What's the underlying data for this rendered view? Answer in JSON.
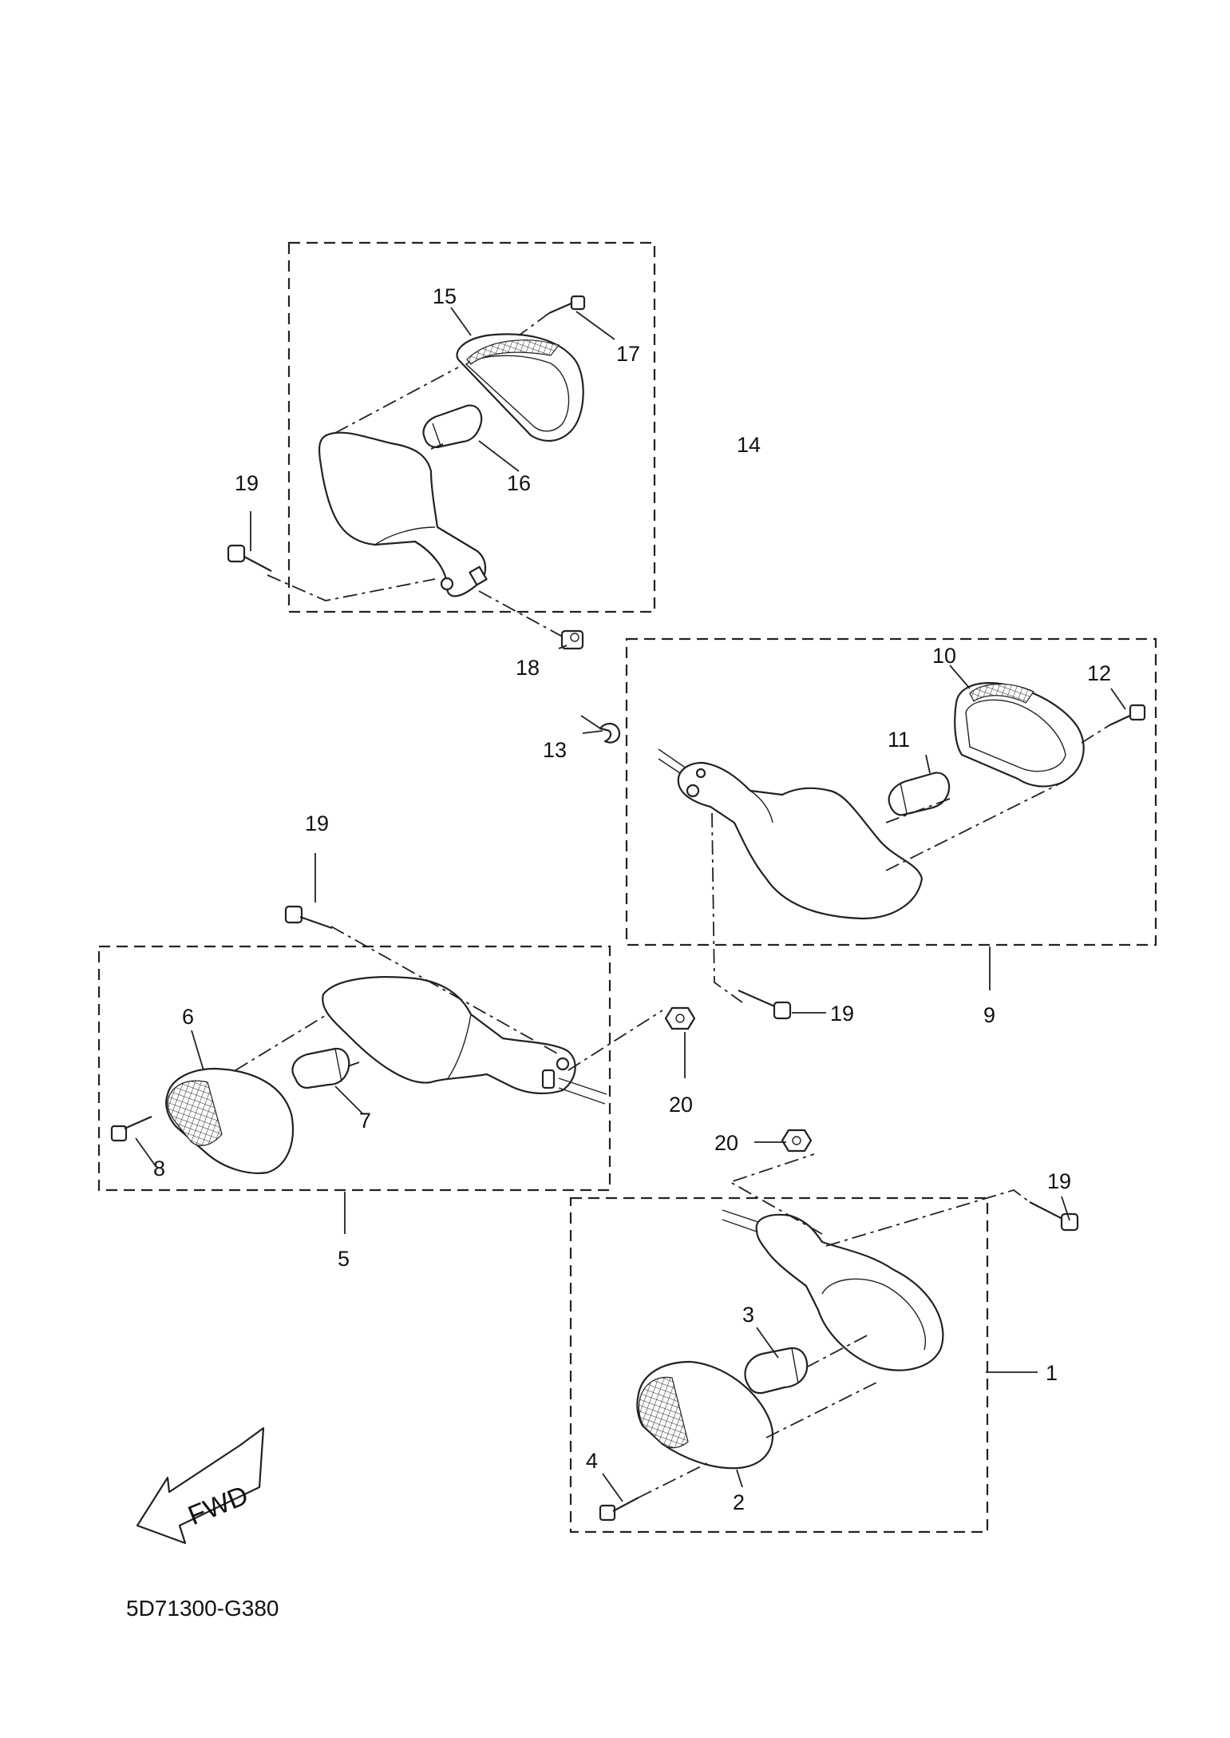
{
  "diagram_code": "5D71300-G380",
  "fwd_label": "FWD",
  "callouts": {
    "c1": "1",
    "c2": "2",
    "c3": "3",
    "c4": "4",
    "c5": "5",
    "c6": "6",
    "c7": "7",
    "c8": "8",
    "c9": "9",
    "c10": "10",
    "c11": "11",
    "c12": "12",
    "c13": "13",
    "c14": "14",
    "c15": "15",
    "c16": "16",
    "c17": "17",
    "c18": "18",
    "c19a": "19",
    "c19b": "19",
    "c19c": "19",
    "c19d": "19",
    "c20a": "20",
    "c20b": "20"
  }
}
